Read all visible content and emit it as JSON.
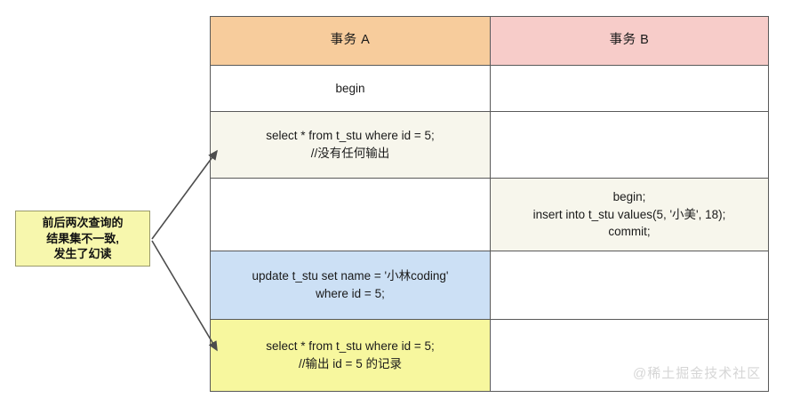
{
  "diagram": {
    "title": "phantom-read-transaction-timeline",
    "colors": {
      "header_a": "#f7cc9c",
      "header_b": "#f7ccc9",
      "cream": "#f7f6ec",
      "blue": "#cce0f5",
      "yellow": "#f7f79e",
      "callout": "#f7f7ad",
      "border": "#595959",
      "arrow": "#4d4d4d",
      "watermark": "#d6d6d6"
    }
  },
  "table": {
    "headers": {
      "transaction_a": "事务 A",
      "transaction_b": "事务 B"
    },
    "rows": [
      {
        "a": "begin",
        "b": "",
        "a_bg": "white",
        "b_bg": "white"
      },
      {
        "a": "select * from t_stu where id = 5;\n//没有任何输出",
        "b": "",
        "a_bg": "cream",
        "b_bg": "white"
      },
      {
        "a": "",
        "b": "begin;\ninsert into t_stu values(5, '小美', 18);\ncommit;",
        "a_bg": "white",
        "b_bg": "cream"
      },
      {
        "a": "update t_stu set name = '小林coding'\nwhere id = 5;",
        "b": "",
        "a_bg": "blue",
        "b_bg": "white"
      },
      {
        "a": "select * from t_stu where id = 5;\n//输出 id = 5 的记录",
        "b": "",
        "a_bg": "yellow",
        "b_bg": "white"
      }
    ]
  },
  "callout": {
    "line1": "前后两次查询的",
    "line2": "结果集不一致,",
    "line3": "发生了幻读"
  },
  "watermark": {
    "text": "@稀土掘金技术社区"
  }
}
